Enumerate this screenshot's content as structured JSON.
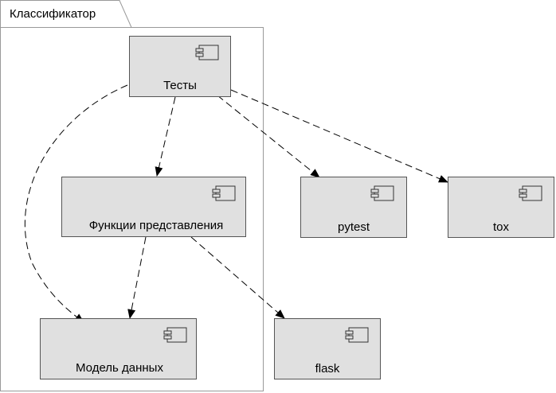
{
  "package": {
    "label": "Классификатор"
  },
  "components": {
    "tests": "Тесты",
    "views": "Функции представления",
    "model": "Модель данных",
    "pytest": "pytest",
    "tox": "tox",
    "flask": "flask"
  },
  "colors": {
    "box_fill": "#e0e0e0",
    "frame": "#999999",
    "line": "#000000"
  }
}
